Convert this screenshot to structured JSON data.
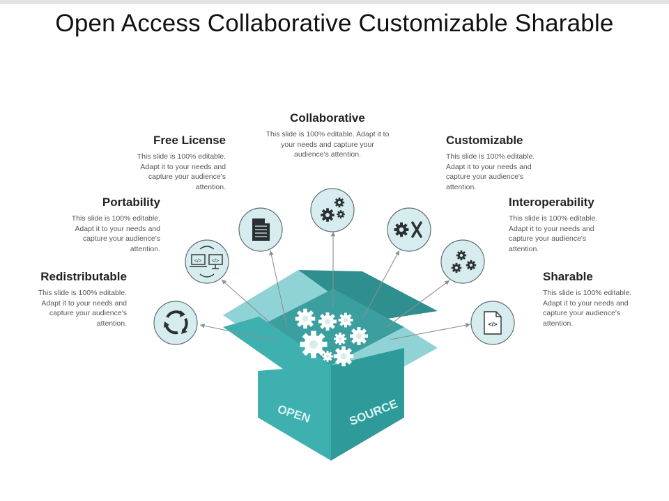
{
  "title": "Open Access Collaborative Customizable Sharable",
  "items": [
    {
      "heading": "Collaborative",
      "body": "This slide is 100% editable. Adapt it to your needs and capture your audience's attention.",
      "icon": "gears-icon"
    },
    {
      "heading": "Free License",
      "body": "This slide is 100% editable. Adapt it to your needs and capture your audience's attention.",
      "icon": "document-icon"
    },
    {
      "heading": "Customizable",
      "body": "This slide is 100% editable. Adapt it to your needs and capture your audience's attention.",
      "icon": "gear-tools-icon"
    },
    {
      "heading": "Portability",
      "body": "This slide is 100% editable. Adapt it to your needs and capture your audience's attention.",
      "icon": "code-monitors-icon"
    },
    {
      "heading": "Interoperability",
      "body": "This slide is 100% editable. Adapt it to your needs and capture your audience's attention.",
      "icon": "gears-icon"
    },
    {
      "heading": "Redistributable",
      "body": "This slide is 100% editable. Adapt it to your needs and capture your audience's attention.",
      "icon": "cycle-arrows-icon"
    },
    {
      "heading": "Sharable",
      "body": "This slide is 100% editable. Adapt it to your needs and capture your audience's attention.",
      "icon": "code-file-icon"
    }
  ],
  "box": {
    "left_label": "OPEN",
    "right_label": "SOURCE"
  },
  "colors": {
    "teal_dark": "#2f8f8f",
    "teal_mid": "#3fb0b0",
    "teal_light": "#8fd3d6",
    "icon_fill": "#d7ecef"
  }
}
